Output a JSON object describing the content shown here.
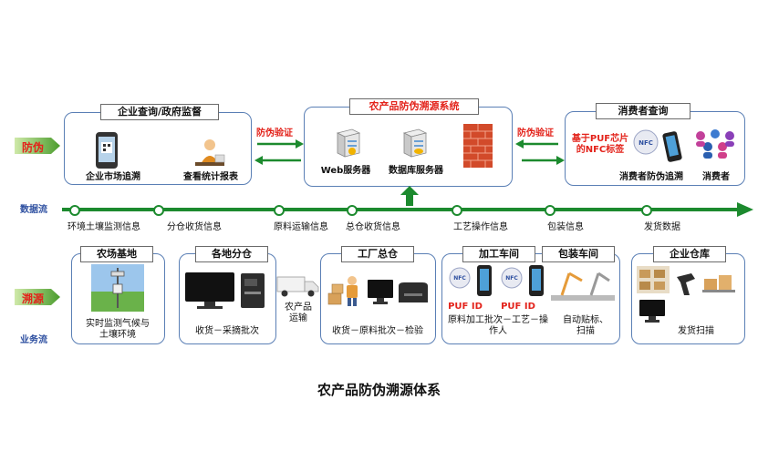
{
  "title": "农产品防伪溯源体系",
  "left_labels": {
    "anti_fake": "防伪",
    "data_flow": "数据流",
    "trace": "溯源",
    "business_flow": "业务流"
  },
  "top": {
    "enterprise_panel": {
      "title": "企业查询/政府监督",
      "item1": "企业市场追溯",
      "item2": "查看统计报表"
    },
    "system_panel": {
      "title": "农产品防伪溯源系统",
      "item1": "Web服务器",
      "item2": "数据库服务器"
    },
    "consumer_panel": {
      "title": "消费者查询",
      "puf_line1": "基于PUF芯片",
      "puf_line2": "的NFC标签",
      "item1": "消费者防伪追溯",
      "item2": "消费者"
    },
    "arrow_left": "防伪验证",
    "arrow_right": "防伪验证"
  },
  "timeline": [
    "环境土壤监测信息",
    "分仓收货信息",
    "原料运输信息",
    "总仓收货信息",
    "工艺操作信息",
    "包装信息",
    "发货数据"
  ],
  "bottom": {
    "farm": {
      "title": "农场基地",
      "line1": "实时监测气候与",
      "line2": "土壤环境"
    },
    "branch": {
      "title": "各地分仓",
      "desc": "收货－采摘批次"
    },
    "transport": {
      "line1": "农产品",
      "line2": "运输"
    },
    "factory": {
      "title": "工厂总仓",
      "desc": "收货－原料批次－检验"
    },
    "workshop": {
      "title1": "加工车间",
      "title2": "包装车间",
      "puf1": "PUF ID",
      "puf2": "PUF ID",
      "desc_line1": "原料加工批次－工艺－操",
      "desc_line2": "作人",
      "pack_line1": "自动贴标、",
      "pack_line2": "扫描"
    },
    "warehouse": {
      "title": "企业仓库",
      "desc": "发货扫描"
    }
  },
  "nfc_text": "NFC",
  "colors": {
    "green": "#1c8a2e",
    "panel_border": "#5a7fb5",
    "red": "#e3231b",
    "blue_label": "#2d4fa0"
  }
}
